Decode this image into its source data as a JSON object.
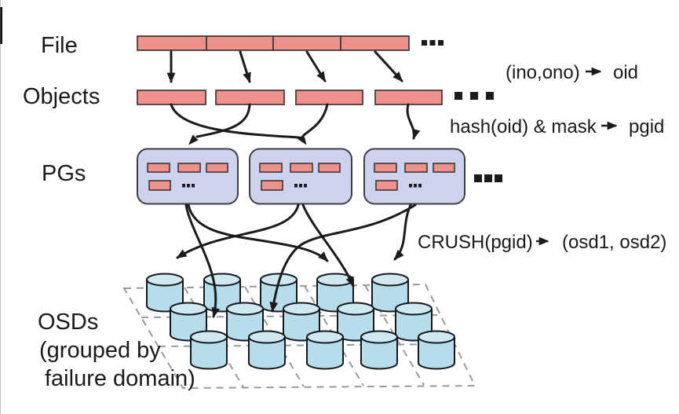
{
  "labels": {
    "file": "File",
    "objects": "Objects",
    "pgs": "PGs",
    "osds_line1": "OSDs",
    "osds_line2": "(grouped by",
    "osds_line3": "failure domain)"
  },
  "annotations": {
    "ino": {
      "left": "(ino,ono)",
      "right": "oid"
    },
    "hash": {
      "left": "hash(oid) & mask",
      "right": "pgid"
    },
    "crush": {
      "left": "CRUSH(pgid)",
      "right": "(osd1, osd2)"
    }
  },
  "ellipsis": "...",
  "colors": {
    "bar_fill": "#F0908A",
    "bar_stroke": "#383838",
    "pg_fill": "#CED3ED",
    "pg_stroke": "#3E3E48",
    "cyl_body": "#B7DCEA",
    "cyl_top": "#CFE9F3",
    "cyl_stroke": "#15181C",
    "arrow": "#1B1B1B",
    "grid": "#9A9A9A",
    "text": "#1A1A1A"
  }
}
